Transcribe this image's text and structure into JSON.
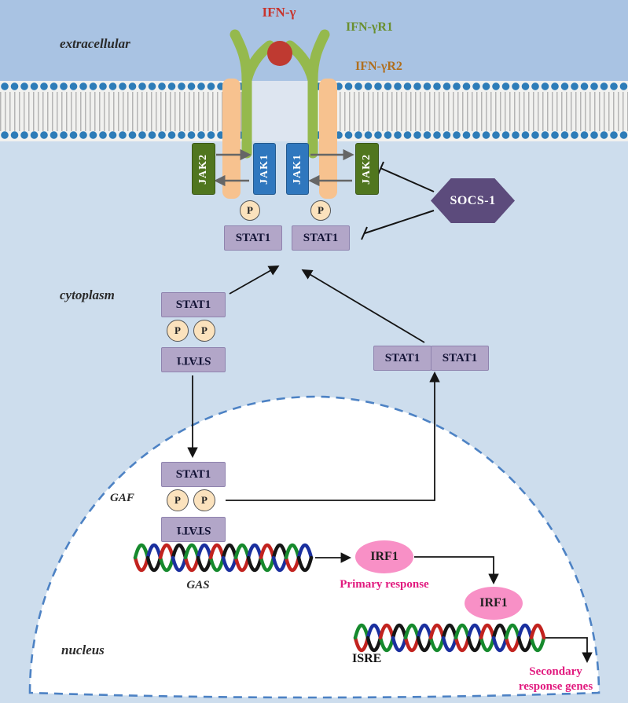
{
  "regions": {
    "extracellular": "extracellular",
    "cytoplasm": "cytoplasm",
    "nucleus": "nucleus"
  },
  "molecules": {
    "ligand": "IFN-γ",
    "receptor1": "IFN-γR1",
    "receptor2": "IFN-γR2",
    "jak1": "JAK1",
    "jak2": "JAK2",
    "stat1": "STAT1",
    "phospho": "P",
    "socs1": "SOCS-1",
    "irf1": "IRF1"
  },
  "dna": {
    "gaf": "GAF",
    "gas": "GAS",
    "isre": "ISRE"
  },
  "annotations": {
    "primary": "Primary response",
    "secondary": "Secondary response genes"
  },
  "colors": {
    "extracellular_bg": "#a9c3e3",
    "cytoplasm_bg": "#cddded",
    "membrane_bg": "#f1f1ef",
    "lipid_head": "#2d7cb8",
    "lipid_tail": "#b5b5b5",
    "receptor1_green": "#95b94d",
    "receptor2_orange": "#f7c28f",
    "jak1_blue": "#2f77be",
    "jak2_green": "#50761f",
    "stat_fill": "#b2a6c8",
    "stat_border": "#8f83ae",
    "p_fill": "#fbe2bd",
    "socs_fill": "#5c4b7c",
    "irf1_pink": "#f890c6",
    "ligand_red": "#bf3a31",
    "label_red": "#c8332b",
    "label_green": "#6a8f2f",
    "label_orange": "#b06f1e",
    "pink_text": "#e1197e",
    "nucleus_border": "#4d82c4",
    "arrow": "#141414",
    "jak_arrow": "#666666"
  },
  "dna_colors": [
    "#c2231f",
    "#1a2f9e",
    "#168a2d",
    "#151515"
  ]
}
